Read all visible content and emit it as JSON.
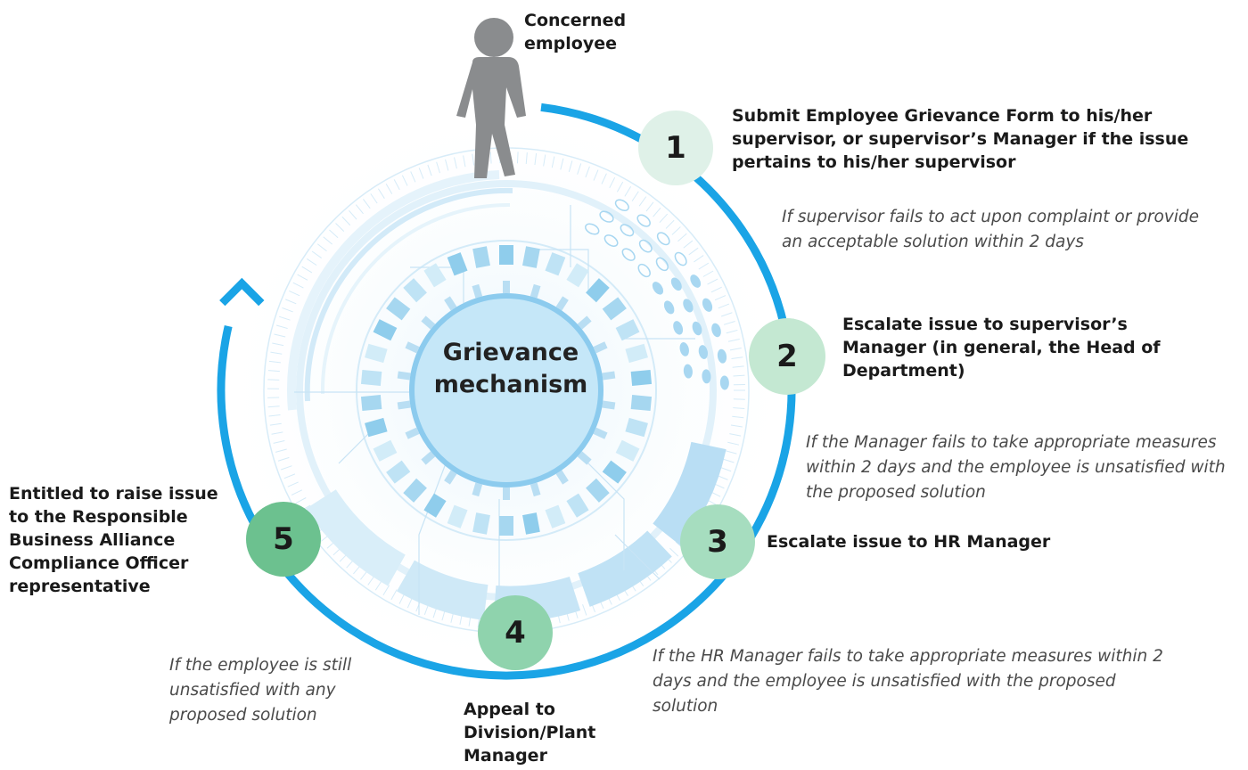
{
  "center": {
    "title_line1": "Grievance",
    "title_line2": "mechanism"
  },
  "actor": {
    "label_line1": "Concerned",
    "label_line2": "employee"
  },
  "steps": [
    {
      "number": "1",
      "color": "#dff1e8",
      "text": "Submit Employee Grievance Form to his/her supervisor, or supervisor’s Manager if the issue pertains to his/her supervisor"
    },
    {
      "number": "2",
      "color": "#c4e8d2",
      "text": "Escalate issue to supervisor’s Manager (in general, the Head of Department)"
    },
    {
      "number": "3",
      "color": "#a6ddbf",
      "text": "Escalate issue to HR Manager"
    },
    {
      "number": "4",
      "color": "#8fd3ad",
      "text": "Appeal to Division/Plant Manager"
    },
    {
      "number": "5",
      "color": "#6cc18f",
      "text": "Entitled to raise issue to the Responsible Business Alliance Compliance Officer representative"
    }
  ],
  "conditions": [
    {
      "text": "If supervisor fails to act upon complaint or provide an acceptable solution within 2 days"
    },
    {
      "text": "If the Manager fails to take appropriate measures within 2 days and the employee is unsatisfied with the proposed solution"
    },
    {
      "text": "If the HR Manager fails to take appropriate measures within 2 days and the employee is unsatisfied with the proposed solution"
    },
    {
      "text": "If the employee is still unsatisfied with any proposed solution"
    }
  ],
  "colors": {
    "ring": "#1aa4e6",
    "center_fill": "#c5e7f8",
    "center_stroke": "#8ccbee",
    "tile": "#8fcdec",
    "person": "#8a8c8e"
  }
}
